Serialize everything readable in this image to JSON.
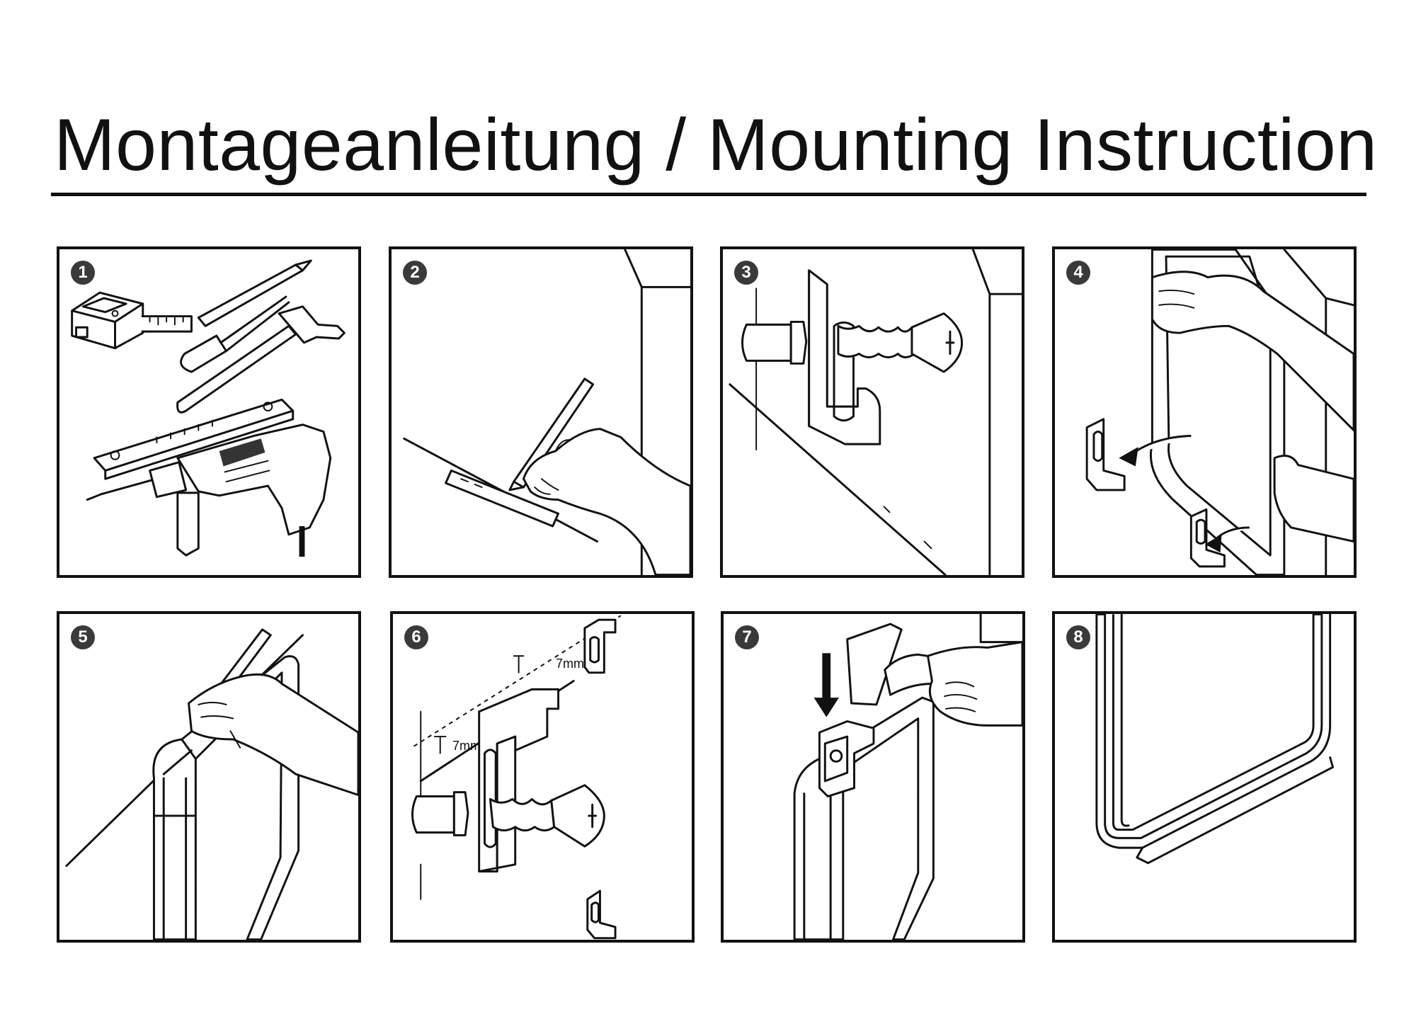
{
  "header": {
    "title": "Montageanleitung / Mounting Instruction"
  },
  "steps": [
    {
      "number": "1",
      "icon": "tools-icon"
    },
    {
      "number": "2",
      "icon": "mark-wall-icon"
    },
    {
      "number": "3",
      "icon": "screw-bracket-icon"
    },
    {
      "number": "4",
      "icon": "hang-board-icon"
    },
    {
      "number": "5",
      "icon": "mark-frame-icon"
    },
    {
      "number": "6",
      "icon": "offset-bracket-icon",
      "offset_label_top": "7mm",
      "offset_label_bottom": "7mm"
    },
    {
      "number": "7",
      "icon": "hammer-icon"
    },
    {
      "number": "8",
      "icon": "mounted-board-icon"
    }
  ]
}
